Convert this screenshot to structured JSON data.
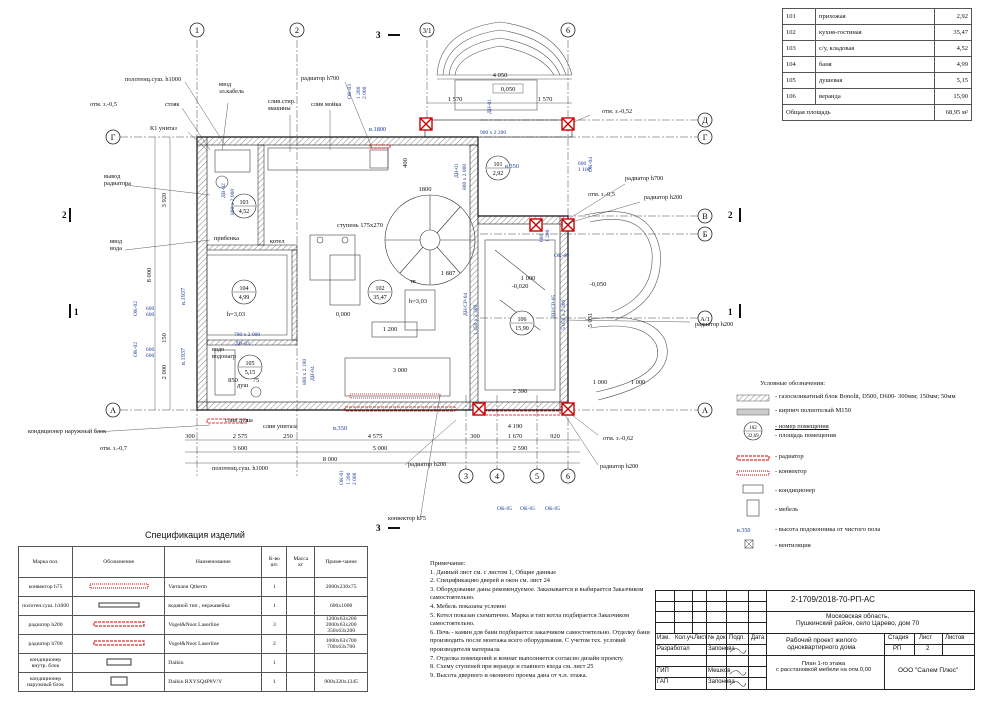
{
  "axes": {
    "top": [
      "1",
      "2",
      "3/1",
      "6"
    ],
    "bottom": [
      "3",
      "4",
      "5",
      "6"
    ],
    "left": [
      "Г",
      "А"
    ],
    "right": [
      "Д",
      "Г",
      "В",
      "Б",
      "А/1",
      "А"
    ],
    "section": [
      "2",
      "2",
      "1",
      "1",
      "3",
      "3"
    ]
  },
  "dims": {
    "top_4050": "4 050",
    "top_0050": "0,050",
    "top_1570a": "1 570",
    "top_1570b": "1 570",
    "bot_300a": "300",
    "bot_2575": "2 575",
    "bot_250": "250",
    "bot_4575": "4 575",
    "bot_300b": "300",
    "bot_1670": "1 670",
    "bot_920": "920",
    "bot_3600": "3 600",
    "bot_5000": "5 000",
    "bot_4190": "4 190",
    "bot_2590": "2 590",
    "bot_2390": "2 390",
    "bot_8000": "8 000",
    "bot_3000": "3 000",
    "left_3920": "3 920",
    "left_8000": "8 000",
    "left_2000": "2 000",
    "left_150": "150",
    "r_1887": "1 887",
    "r_1000a": "1 000",
    "r_1000b": "1 000",
    "r_1000c": "1 000",
    "r_5031": "5 031",
    "stair": "ступень 175x270",
    "h303a": "h=3,03",
    "h303b": "h=3,03",
    "z000": "0,000",
    "m0020": "-0,020",
    "m0050": "-0,050",
    "d1200": "1 200",
    "d3000": "3000",
    "d850": "850",
    "d75": "75",
    "d1800": "1800",
    "d400": "400"
  },
  "rooms": [
    {
      "num": "101",
      "area": "2,92"
    },
    {
      "num": "102",
      "area": "35,47"
    },
    {
      "num": "103",
      "area": "4,52"
    },
    {
      "num": "104",
      "area": "4,99"
    },
    {
      "num": "105",
      "area": "5,15"
    },
    {
      "num": "106",
      "area": "15,90"
    }
  ],
  "callouts": {
    "polotenc_top": "полотенц.суш. h1000",
    "vvod_el": "ввод\nэл.кабель",
    "stoyak": "стояк",
    "k1": "К1 унитаз",
    "sliv_stir": "слив.стир.\nмашины",
    "sliv_moika": "слив мойка",
    "rad700a": "радиатор h700",
    "otm05a": "отм. з.-0,5",
    "vyvod_rad": "вывод\nрадиатора",
    "vvod_vody": "ввод\nвода",
    "otm052": "отм. з.-0,52",
    "rad700b": "радиатор h700",
    "otm05b": "отм. з.-0,5",
    "rad200a": "радиатор h200",
    "otm062": "отм. з.-0,62",
    "rad200b": "радиатор h200",
    "kond": "кондиционер наружный блок",
    "otm07": "отм. з.-0,7",
    "polotenc_bot": "полотенц.суш. h1000",
    "rad200c": "радиатор h200",
    "konvektor": "конвектор h75",
    "rad200d": "радиатор h200",
    "sliv_dush": "слив душа",
    "sliv_unit": "слив унитаза",
    "pribenka": "прибенка",
    "kotel": "котел",
    "vodonagr": "водо\nводонагр",
    "dush": "душ",
    "tv": "тв",
    "n350a": "в.350",
    "n350b": "в.350",
    "n1937a": "в.1937",
    "n1937b": "в.1937",
    "n1800": "в.1800"
  },
  "doors": {
    "ok03": "ОК-03",
    "ok03v": "1 200\n2 000",
    "dn01": "ДН-01",
    "dn01v": "900 x 2 200",
    "dv01": "ДВ-01",
    "dv01v": "800 x 2 000",
    "ok04": "ОК-04",
    "ok04v": "600\n1 100",
    "dv02": "ДВ-02",
    "dv02v": "800 x 2 000",
    "ok06": "ОК-06",
    "ok06v": "600\n1 200",
    "ok02": "ОК-02",
    "ok02v": "600\n600",
    "ok02b": "ОК-02",
    "ok02bv": "600\n600",
    "dv03": "ДВ-03",
    "dv03v": "700 x 2 000",
    "dv04": "ДВ-04",
    "dv04v": "800 x 2 100",
    "dnp04": "ДН/СР-04",
    "dnp04v": "1 450 x 2 300",
    "dnp05": "ДН/СР-05",
    "dnp05v": "5 050 x 2 300",
    "ok01": "ОК-01",
    "ok01v": "1 200\n2 000",
    "ok05a": "ОК-05",
    "ok05b": "ОК-05",
    "ok05c": "ОК-05",
    "ok05v": "730\n2 000"
  },
  "room_table": [
    {
      "num": "101",
      "name": "прихожая",
      "area": "2,92"
    },
    {
      "num": "102",
      "name": "кухня-гостиная",
      "area": "35,47"
    },
    {
      "num": "103",
      "name": "с/у, кладовая",
      "area": "4,52"
    },
    {
      "num": "104",
      "name": "баня",
      "area": "4,99"
    },
    {
      "num": "105",
      "name": "душевая",
      "area": "5,15"
    },
    {
      "num": "106",
      "name": "веранда",
      "area": "15,90"
    }
  ],
  "room_total": {
    "label": "Общая площадь",
    "value": "68,95 м²"
  },
  "legend": {
    "title": "Условные обозначения:",
    "items": [
      "- газосиликатный блок Bonolit, D500, D600- 300мм; 150мм; 50мм",
      "- кирпич полнотелый М150",
      "- номер помещения",
      "- площадь помещения",
      "- радиатор",
      "- конвектор",
      "- кондиционер",
      "- мебель",
      "- высота подоконника от чистого пола",
      "- вентиляция"
    ],
    "sample_num": "102",
    "sample_area": "32,69",
    "sample_h": "в.350"
  },
  "spec": {
    "title": "Спецификация изделий",
    "headers": [
      "Марка поз.",
      "Обозначение",
      "Наименование",
      "К-во шт.",
      "Масса кг",
      "Приме-чание"
    ],
    "rows": [
      {
        "mark": "конвектор h75",
        "name": "Varmann Qtherm",
        "qty": "1",
        "mass": "",
        "note": "2000x230x75"
      },
      {
        "mark": "полотен.суш. h1000",
        "name": "водяной тип , нержавейка",
        "qty": "1",
        "mass": "",
        "note": "600x1000"
      },
      {
        "mark": "радиатор h200",
        "name": "Vogel&Noot Laserline",
        "qty": "3",
        "mass": "",
        "note": "1200x63x200\n2000x63x200\n350x63x200"
      },
      {
        "mark": "радиатор h700",
        "name": "Vogel&Noot Laserline",
        "qty": "2",
        "mass": "",
        "note": "1000x63x700\n700x63x700"
      },
      {
        "mark": "кондиционер внутр. блок",
        "name": "Daikin",
        "qty": "1",
        "mass": "",
        "note": ""
      },
      {
        "mark": "кондиционер наружный блок",
        "name": "Daikin RXYSQ4P8V/Y",
        "qty": "1",
        "mass": "",
        "note": "900x320x1345"
      }
    ]
  },
  "notes": {
    "title": "Примечание:",
    "items": [
      "1. Данный лист см. с листом 1, Общие данные",
      "2. Спецификацию дверей и окон см. лист 24",
      "3. Оборудование даны рекомендуемое. Заказывается и выбирается Заказчиком самостоятельно.",
      "4. Мебель показана условно",
      "5. Котел показан схематично. Марка и тип котла подбирается Заказчиком самостоятельно.",
      "6. Печь - камин для бани подбирается заказчиком самостоятельно. Отделку бани производить после монтажа всего оборудования. С учетом тех. условий производителя материала",
      "7. Отделка помещений и комнат выполняется согласно дизайн проекту.",
      "8. Схему ступеней при веранде и главного входа см. лист 25",
      "9. Высота дверного и оконного проема дана от ч.п. этажа."
    ]
  },
  "stamp": {
    "code": "2-1709/2018-70-РП-АС",
    "address": "Московская область,\nПушкинский район, село Царево, дом 70",
    "cols": [
      "Изм.",
      "Кол.уч.",
      "Лист",
      "№ док.",
      "Подп.",
      "Дата"
    ],
    "roles": [
      {
        "role": "Разработал",
        "name": "Запонова"
      },
      {
        "role": "ГИП",
        "name": "Мешков"
      },
      {
        "role": "ГАП",
        "name": "Запонова"
      }
    ],
    "project": "Рабочий проект жилого\nодноквартирного дома",
    "stage_label": "Стадия",
    "sheet_label": "Лист",
    "sheets_label": "Листов",
    "stage": "РП",
    "sheet": "2",
    "sheets": "",
    "drawing": "План 1-го этажа\nс расстановкой мебели на отм.0,00",
    "company": "ООО \"Салем Плюс\""
  }
}
